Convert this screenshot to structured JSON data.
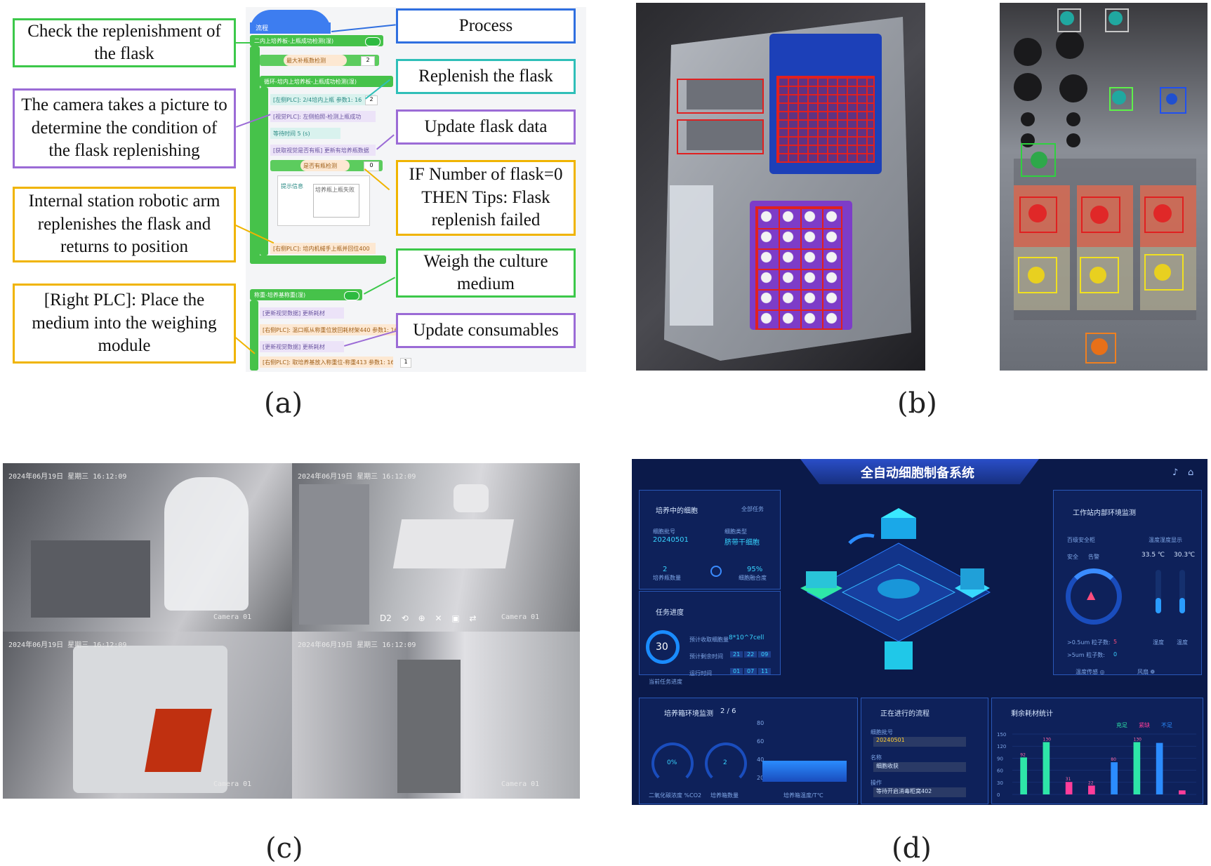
{
  "panel_a": {
    "labels": {
      "check": "Check the replenishment of the flask",
      "camera": "The camera takes a picture to determine the condition of the flask replenishing",
      "internal": "Internal station robotic arm  replenishes the flask and returns to position",
      "right_plc": "[Right PLC]: Place the medium into the weighing module",
      "process": "Process",
      "replenish": "Replenish the flask",
      "update_flask": "Update flask data",
      "if_flask": "IF Number of flask=0 THEN Tips: Flask replenish failed",
      "weigh": "Weigh the culture medium",
      "consumables": "Update consumables"
    },
    "blocks": {
      "header": "流程",
      "b1": "二内上培养板-上瓶成功检测(湿)",
      "b2": "最大补瓶数检测",
      "b3": "循环-培内上培养板-上瓶成功检测(湿)",
      "b4": "[左侧PLC]: 2/4培内上瓶 参数1: 16",
      "b5": "[视觉PLC]: 左侧拍照-检测上瓶成功",
      "b6": "等待时间  5  (s)",
      "b7": "[获取视觉是否有瓶] 更新有培养瓶数据",
      "b8": "是否有瓶检测",
      "b9": "提示信息",
      "b10": "培养瓶上瓶失败",
      "b11": "[右侧PLC]: 培内机械手上瓶并回位400",
      "b12": "称重-培养基称重(湿)",
      "b13": "[更新视觉数据] 更新耗材",
      "b14": "[右侧PLC]: 温口瓶从称重位放回耗材架440 参数1: 16",
      "b15": "[更新视觉数据] 更新耗材",
      "b16": "[右侧PLC]: 取培养基放入称重位-称重413 参数1: 16"
    },
    "block_values": {
      "v1": "2",
      "v2": "2",
      "v3": "0",
      "v4": "1"
    }
  },
  "panel_c": {
    "timestamps": [
      "2024年06月19日 星期三 16:12:09",
      "2024年06月19日 星期三 16:12:09",
      "2024年06月19日 星期三 16:12:09",
      "2024年06月19日 星期三 16:12:09"
    ],
    "camera_labels": [
      "Camera 01",
      "Camera 01",
      "Camera 01",
      "Camera 01"
    ],
    "toolbar_label": "D2"
  },
  "panel_d": {
    "title": "全自动细胞制备系统",
    "left": {
      "title": "培养中的细胞",
      "tab2": "全部任务",
      "batch_label": "细胞批号",
      "batch_value": "20240501",
      "type_label": "细胞类型",
      "type_value": "脐带干细胞",
      "count_value": "2",
      "count_label": "培养瓶数量",
      "conf_value": "95%",
      "conf_label": "细胞融合度",
      "progress_title": "任务进度",
      "ring_value": "30",
      "ring_label": "当前任务进度",
      "r1_label": "预计收取细胞量",
      "r1_value": "8*10^7cell",
      "r2_label": "预计剩余时间",
      "r2_vals": [
        "21",
        "22",
        "09"
      ],
      "r3_label": "运行时间",
      "r3_vals": [
        "01",
        "07",
        "11"
      ]
    },
    "env": {
      "title": "工作站内部环境监测",
      "sub1": "百级安全柜",
      "sub2": "温度湿度显示",
      "leg1": "安全",
      "leg2": "告警",
      "temp": "33.5 ℃",
      "hum": "30.3℃",
      "p1_label": ">0.5um  粒子数:",
      "p1_val": "5",
      "p2_label": ">5um   粒子数:",
      "p2_val": "0",
      "bar1": "湿度",
      "bar2": "温度",
      "row1": "温度传感 ◎",
      "row2": "风扇 ❁"
    },
    "incubator": {
      "title": "培养箱环境监测",
      "page": "2 / 6",
      "g1_value": "0%",
      "g1_label": "二氧化碳浓度 %CO2",
      "g2_value": "2",
      "g2_label": "培养箱数量",
      "bar_label": "培养箱温度/T℃",
      "yticks": [
        "80",
        "60",
        "40",
        "20"
      ]
    },
    "process": {
      "title": "正在进行的流程",
      "f1_label": "细胞批号",
      "f1_value": "20240501",
      "f2_label": "名称",
      "f2_value": "细胞收获",
      "f3_label": "操作",
      "f3_value": "等待开启消毒柜窝402"
    },
    "consumables": {
      "title": "剩余耗材统计",
      "legend": [
        "充足",
        "紧缺",
        "不足"
      ]
    }
  },
  "chart_data": [
    {
      "type": "bar",
      "title": "剩余耗材统计",
      "categories": [
        "",
        "",
        "",
        "",
        "",
        "",
        "",
        ""
      ],
      "values": [
        92,
        130,
        31,
        22,
        80,
        130,
        128,
        10
      ],
      "value_labels": [
        "92",
        "130",
        "31",
        "22",
        "80",
        "130",
        "",
        ""
      ],
      "colors": [
        "#2ee6a8",
        "#2ee6a8",
        "#ff3d9a",
        "#ff3d9a",
        "#2b8cff",
        "#2ee6a8",
        "#2b8cff",
        "#ff3d9a"
      ],
      "yticks": [
        "150",
        "120",
        "90",
        "60",
        "30",
        "0"
      ],
      "ylim": [
        0,
        150
      ]
    }
  ],
  "captions": {
    "a": "(a)",
    "b": "(b)",
    "c": "(c)",
    "d": "(d)"
  }
}
